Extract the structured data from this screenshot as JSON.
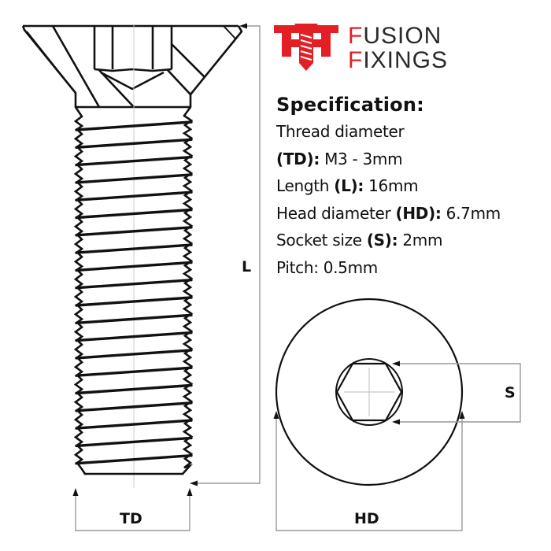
{
  "brand": {
    "line1_initial": "F",
    "line1_rest": "USION",
    "line2_initial": "F",
    "line2_rest": "IXINGS",
    "accent_color": "#e31e24",
    "text_color": "#2a2a2a"
  },
  "specification": {
    "title": "Specification:",
    "thread_diameter_label": "Thread diameter",
    "thread_diameter_abbr": "(TD):",
    "thread_diameter_value": " M3 - 3mm",
    "length_label": "Length ",
    "length_abbr": "(L):",
    "length_value": " 16mm",
    "head_diameter_label": "Head diameter ",
    "head_diameter_abbr": "(HD):",
    "head_diameter_value": " 6.7mm",
    "socket_size_label": "Socket size ",
    "socket_size_abbr": "(S):",
    "socket_size_value": " 2mm",
    "pitch_label": "Pitch:",
    "pitch_value": " 0.5mm"
  },
  "dimension_labels": {
    "length": "L",
    "thread_diameter": "TD",
    "head_diameter": "HD",
    "socket": "S"
  },
  "drawing": {
    "line_color": "#111111",
    "dimension_color": "#999999",
    "thread_count": 20
  }
}
